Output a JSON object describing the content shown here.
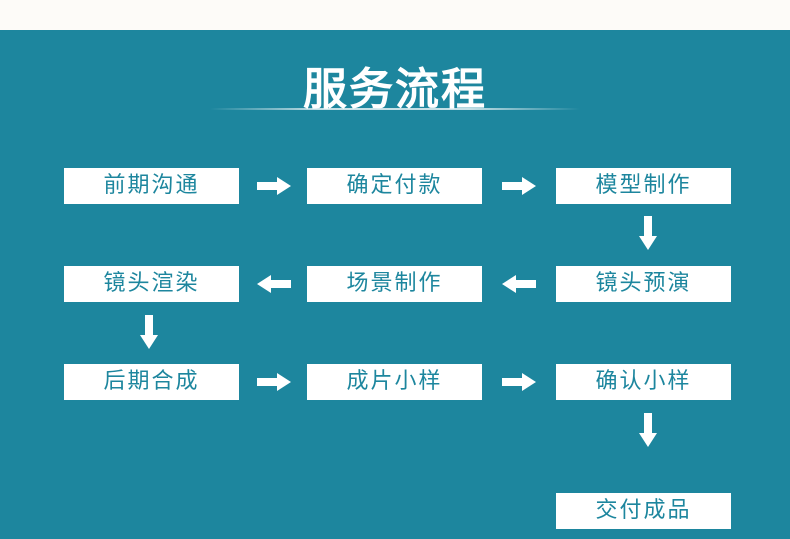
{
  "title": "服务流程",
  "steps": [
    "前期沟通",
    "确定付款",
    "模型制作",
    "镜头预演",
    "场景制作",
    "镜头渲染",
    "后期合成",
    "成片小样",
    "确认小样",
    "交付成品"
  ],
  "colors": {
    "background": "#1d869e",
    "box": "#ffffff",
    "box_text": "#1d869e",
    "arrow": "#ffffff"
  }
}
